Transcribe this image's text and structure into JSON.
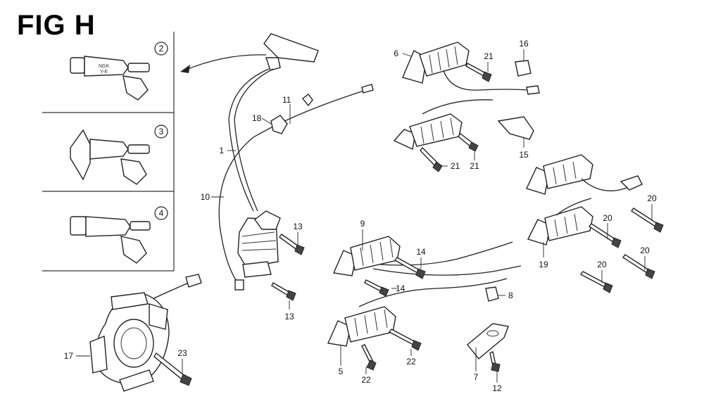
{
  "figure": {
    "title": "FIG H",
    "inset_numbers": [
      "2",
      "3",
      "4"
    ],
    "inset_text": [
      "NGK",
      "Y-E"
    ],
    "labels": {
      "p1": "1",
      "p5": "5",
      "p6": "6",
      "p7": "7",
      "p8": "8",
      "p9": "9",
      "p10": "10",
      "p11": "11",
      "p12": "12",
      "p13a": "13",
      "p13b": "13",
      "p14a": "14",
      "p14b": "14",
      "p15": "15",
      "p16": "16",
      "p17": "17",
      "p18": "18",
      "p19": "19",
      "p20a": "20",
      "p20b": "20",
      "p20c": "20",
      "p20d": "20",
      "p21a": "21",
      "p21b": "21",
      "p21c": "21",
      "p22a": "22",
      "p22b": "22",
      "p23": "23"
    }
  }
}
